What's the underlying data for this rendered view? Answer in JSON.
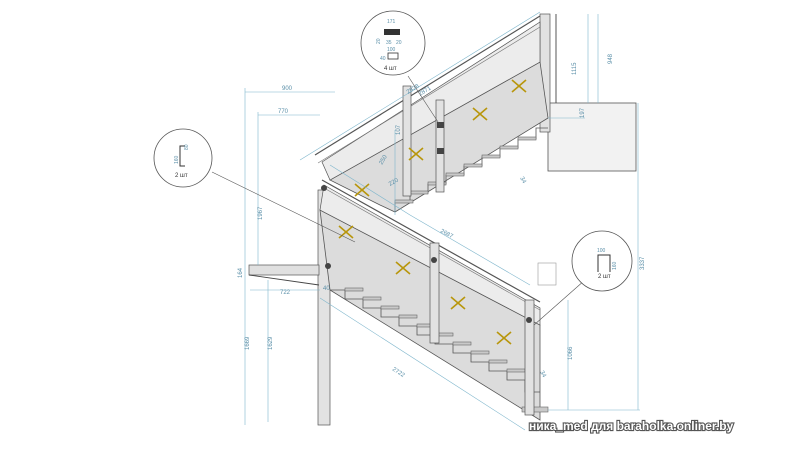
{
  "dimensions": {
    "d900": "900",
    "d770": "770",
    "d1967": "1967",
    "d164": "164",
    "d722": "722",
    "d1669": "1669",
    "d1629": "1629",
    "d2722": "2722",
    "d2687": "2687",
    "d1066": "1066",
    "d34a": "34",
    "d34b": "34",
    "d250": "250",
    "d220": "220",
    "d2871": "2871",
    "d2828": "2828",
    "d1115": "1115",
    "d948": "948",
    "d197": "197",
    "d3337": "3337",
    "d40": "40",
    "d107": "107"
  },
  "callouts": {
    "top": {
      "dims": [
        "171",
        "20",
        "35",
        "20",
        "100",
        "40"
      ],
      "qty": "4 шт"
    },
    "left": {
      "dims": [
        "80",
        "160"
      ],
      "qty": "2 шт"
    },
    "right": {
      "dims": [
        "100",
        "160"
      ],
      "qty": "2 шт"
    }
  },
  "watermark": "ника_med для baraholka.onliner.by",
  "colors": {
    "dimension": "#5a8fa8",
    "cross_marker": "#b8960c",
    "stringer": "#dcdcdc",
    "outline": "#555555"
  }
}
